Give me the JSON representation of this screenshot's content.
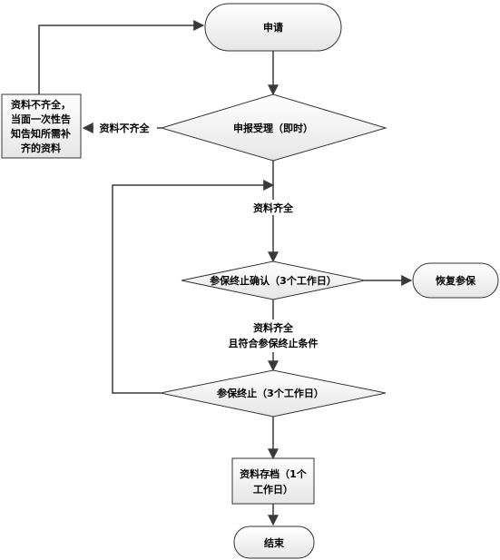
{
  "nodes": {
    "start": "申请",
    "accept": "申报受理（即时）",
    "notify": [
      "资料不齐全，",
      "当面一次性告",
      "知告知所需补",
      "齐的资料"
    ],
    "confirm": "参保终止确认（3个工作日）",
    "restore": "恢复参保",
    "terminate": "参保终止（3个工作日）",
    "archive": [
      "资料存档（1个",
      "工作日）"
    ],
    "end": "结束"
  },
  "edges": {
    "incomplete": "资料不齐全",
    "complete": "资料齐全",
    "complete_conditions": [
      "资料齐全",
      "且符合参保终止条件"
    ]
  }
}
